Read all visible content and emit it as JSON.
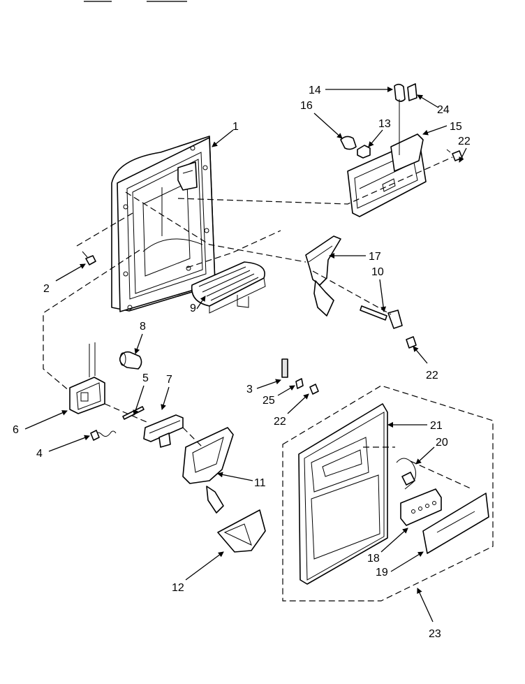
{
  "callouts": [
    {
      "id": "1",
      "text": "1"
    },
    {
      "id": "2",
      "text": "2"
    },
    {
      "id": "3",
      "text": "3"
    },
    {
      "id": "4",
      "text": "4"
    },
    {
      "id": "5",
      "text": "5"
    },
    {
      "id": "6",
      "text": "6"
    },
    {
      "id": "7",
      "text": "7"
    },
    {
      "id": "8",
      "text": "8"
    },
    {
      "id": "9",
      "text": "9"
    },
    {
      "id": "10",
      "text": "10"
    },
    {
      "id": "11",
      "text": "11"
    },
    {
      "id": "12",
      "text": "12"
    },
    {
      "id": "13",
      "text": "13"
    },
    {
      "id": "14",
      "text": "14"
    },
    {
      "id": "15",
      "text": "15"
    },
    {
      "id": "16",
      "text": "16"
    },
    {
      "id": "17",
      "text": "17"
    },
    {
      "id": "18",
      "text": "18"
    },
    {
      "id": "19",
      "text": "19"
    },
    {
      "id": "20",
      "text": "20"
    },
    {
      "id": "21",
      "text": "21"
    },
    {
      "id": "22a",
      "text": "22"
    },
    {
      "id": "22b",
      "text": "22"
    },
    {
      "id": "22c",
      "text": "22"
    },
    {
      "id": "23",
      "text": "23"
    },
    {
      "id": "24",
      "text": "24"
    },
    {
      "id": "25",
      "text": "25"
    }
  ]
}
